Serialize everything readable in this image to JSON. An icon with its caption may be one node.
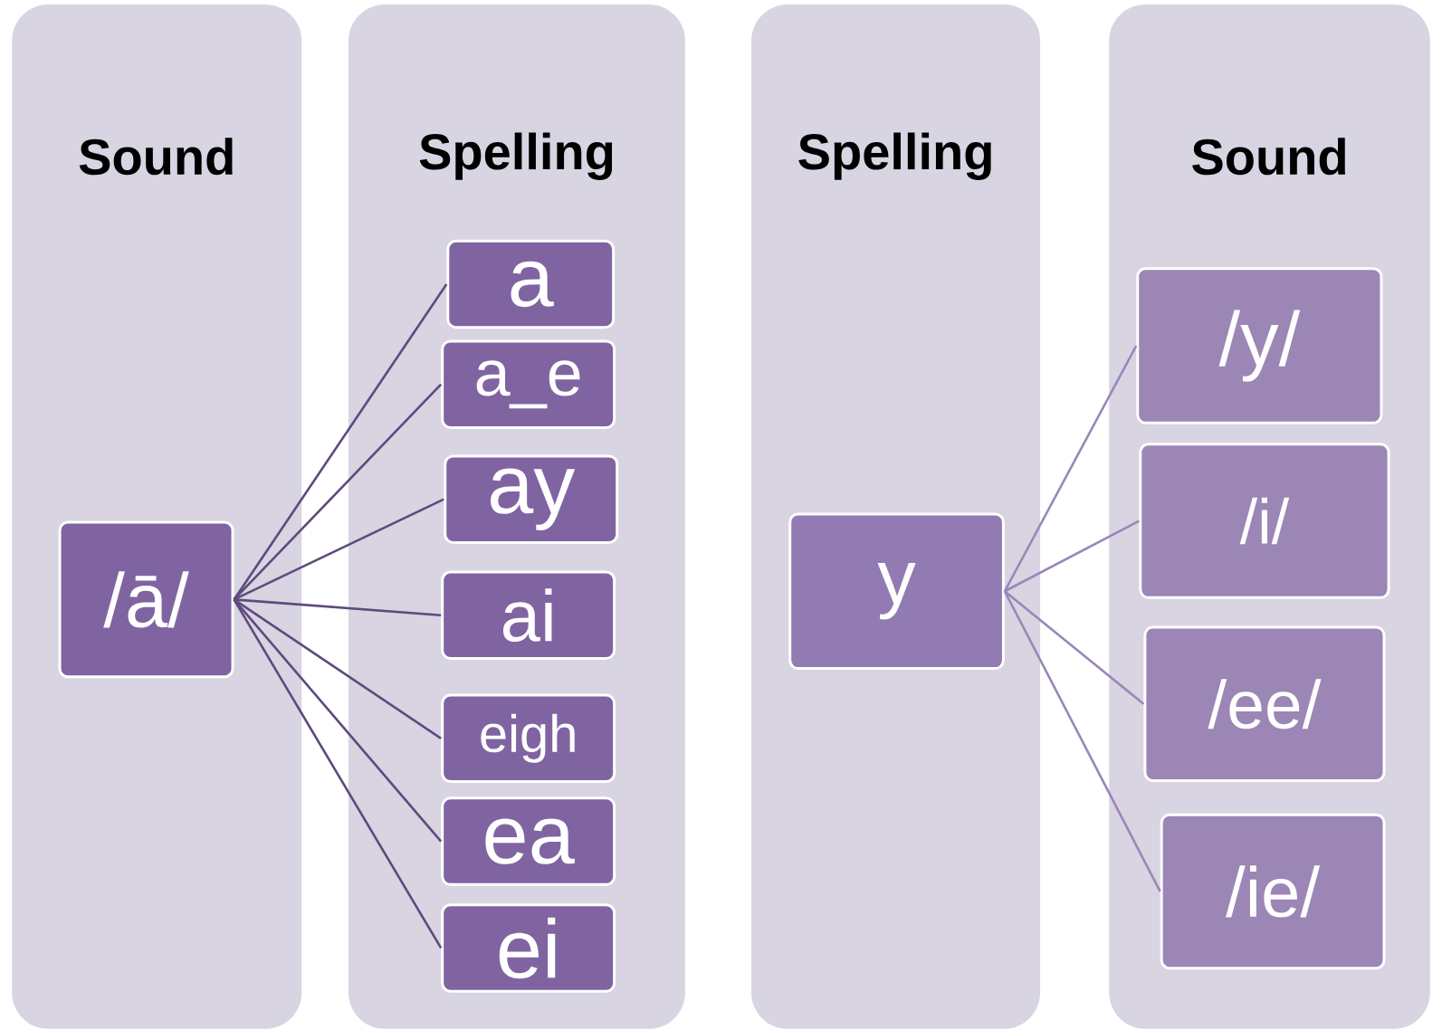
{
  "diagram": {
    "nodes": [
      {
        "text": [
          "Sound"
        ]
      },
      {
        "text": [
          "/ā/"
        ],
        "in": 0
      },
      {
        "text": [
          "Spelling"
        ]
      },
      {
        "text": [
          "a"
        ],
        "in": 2
      },
      {
        "text": [
          "a_e"
        ],
        "in": 2
      },
      {
        "text": [
          "ay"
        ],
        "in": 2
      },
      {
        "text": [
          "ai"
        ],
        "in": 2
      },
      {
        "text": [
          "eigh"
        ],
        "in": 2
      },
      {
        "text": [
          "ea"
        ],
        "in": 2
      },
      {
        "text": [
          "ei"
        ],
        "in": 2
      },
      {
        "text": [
          "Spelling"
        ]
      },
      {
        "text": [
          "y"
        ],
        "in": 10
      },
      {
        "text": [
          "Sound"
        ]
      },
      {
        "text": [
          "/y/"
        ],
        "in": 12
      },
      {
        "text": [
          "/i/"
        ],
        "in": 12
      },
      {
        "text": [
          "/ee/"
        ],
        "in": 12
      },
      {
        "text": [
          "/ie/"
        ],
        "in": 12
      }
    ],
    "edges": [
      {
        "from": 1,
        "to": 3,
        "arrow": "none"
      },
      {
        "from": 1,
        "to": 4,
        "arrow": "none"
      },
      {
        "from": 1,
        "to": 5,
        "arrow": "none"
      },
      {
        "from": 1,
        "to": 6,
        "arrow": "none"
      },
      {
        "from": 1,
        "to": 7,
        "arrow": "none"
      },
      {
        "from": 1,
        "to": 8,
        "arrow": "none"
      },
      {
        "from": 1,
        "to": 9,
        "arrow": "none"
      },
      {
        "from": 11,
        "to": 13,
        "arrow": "none",
        "color": "#9a86b8"
      },
      {
        "from": 11,
        "to": 14,
        "arrow": "none",
        "color": "#9a86b8"
      },
      {
        "from": 11,
        "to": 15,
        "arrow": "none",
        "color": "#9a86b8"
      },
      {
        "from": 11,
        "to": 16,
        "arrow": "none",
        "color": "#9a86b8"
      }
    ]
  }
}
